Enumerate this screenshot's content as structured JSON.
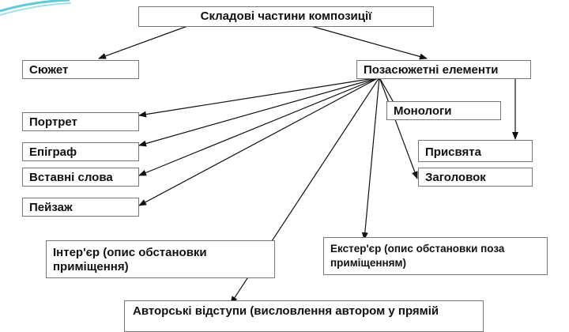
{
  "diagram": {
    "root": "Складові частини композиції",
    "left_branch": "Сюжет",
    "right_branch": "Позасюжетні елементи",
    "elements": {
      "portrait": "Портрет",
      "epigraph": "Епіграф",
      "inserted_words": "Вставні слова",
      "landscape": "Пейзаж",
      "monologues": "Монологи",
      "dedication": "Присвята",
      "title": "Заголовок",
      "interior": "Інтер'єр (опис обстановки приміщення)",
      "exterior": "Екстер'єр (опис обстановки поза приміщенням)",
      "digressions": "Авторські відступи (висловлення автором у прямій"
    }
  }
}
